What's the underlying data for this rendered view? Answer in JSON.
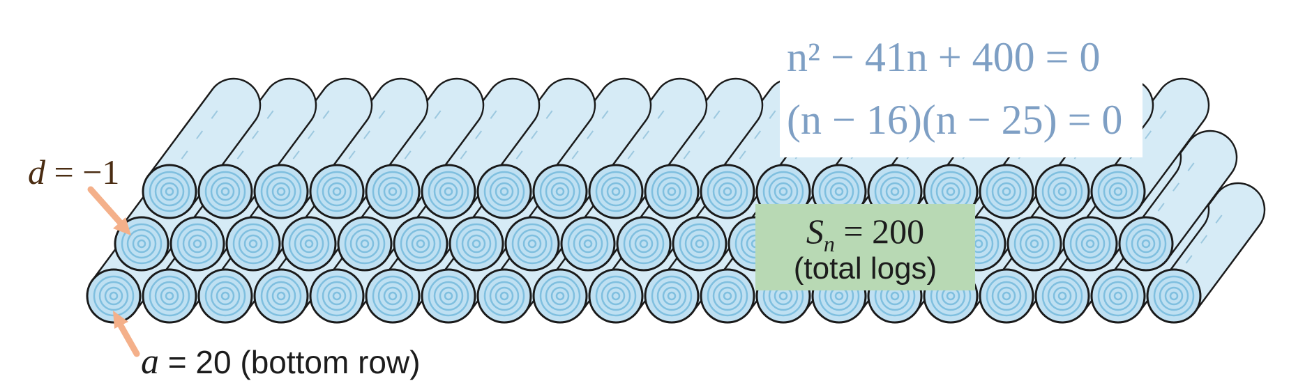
{
  "equations": {
    "line1": "n² − 41n + 400 = 0",
    "line2": "(n − 16)(n − 25) = 0"
  },
  "sum_box": {
    "symbol": "S",
    "subscript": "n",
    "equals_value": " = 200",
    "label": "(total logs)"
  },
  "d_label": {
    "var": "d",
    "text": " = −1"
  },
  "a_label": {
    "var": "a",
    "text": " = 20 (bottom row)"
  },
  "colors": {
    "log_end_fill": "#bfe0f2",
    "log_ring": "#7fbfdf",
    "log_body": "#d6ebf6",
    "outline": "#1a1a1a",
    "arrow": "#f4b08a",
    "equation_text": "#7e9fc4",
    "sum_box_bg": "#b8d9b4",
    "d_label_text": "#4a2c12"
  }
}
